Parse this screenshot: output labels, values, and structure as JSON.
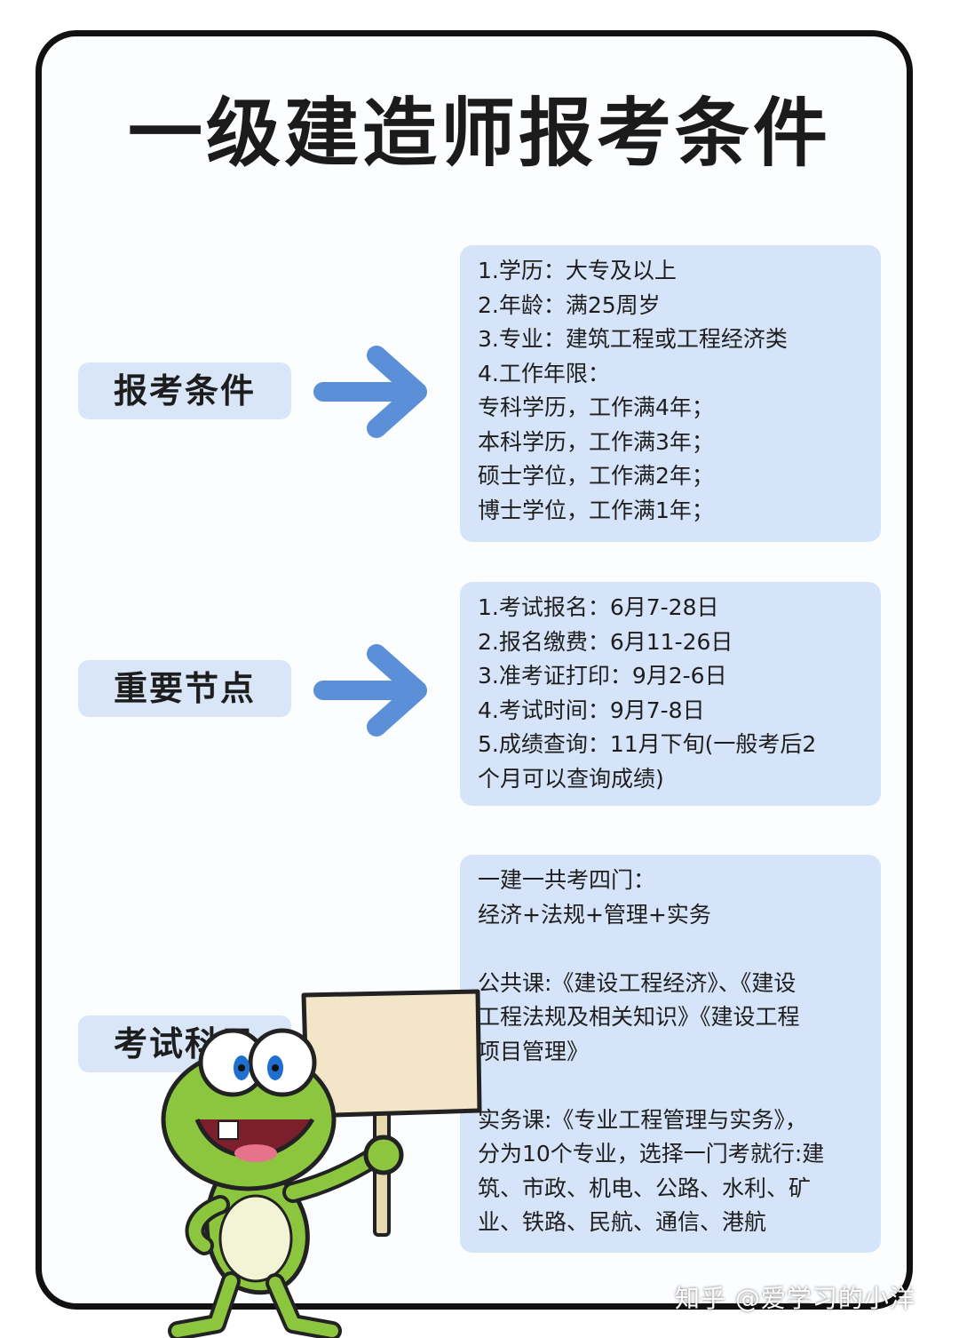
{
  "title": "一级建造师报考条件",
  "colors": {
    "accent": "#5b8fd8",
    "panel_bg": "#d5e4f8",
    "label_bg": "#d9e6f8",
    "frame": "#111111"
  },
  "sections": [
    {
      "label": "报考条件",
      "lines": [
        "1.学历：大专及以上",
        "2.年龄：满25周岁",
        "3.专业：建筑工程或工程经济类",
        "4.工作年限：",
        "专科学历，工作满4年；",
        "本科学历，工作满3年；",
        "硕士学位，工作满2年；",
        "博士学位，工作满1年；"
      ]
    },
    {
      "label": "重要节点",
      "lines": [
        "1.考试报名：6月7-28日",
        "2.报名缴费：6月11-26日",
        "3.准考证打印：9月2-6日",
        "4.考试时间：9月7-8日",
        "5.成绩查询：11月下旬(一般考后2",
        "个月可以查询成绩)"
      ]
    },
    {
      "label": "考试科目",
      "lines": [
        "一建一共考四门：",
        "经济+法规+管理+实务",
        "",
        "公共课:《建设工程经济》、《建设",
        "工程法规及相关知识》《建设工程",
        "项目管理》",
        "",
        "实务课:《专业工程管理与实务》，",
        "分为10个专业，选择一门考就行:建",
        "筑、市政、机电、公路、水利、矿",
        "业、铁路、民航、通信、港航"
      ]
    }
  ],
  "icons": {
    "arrow": "arrow-right-icon",
    "mascot": "frog-holding-sign-icon"
  },
  "watermark": "知乎 @爱学习的小洋"
}
